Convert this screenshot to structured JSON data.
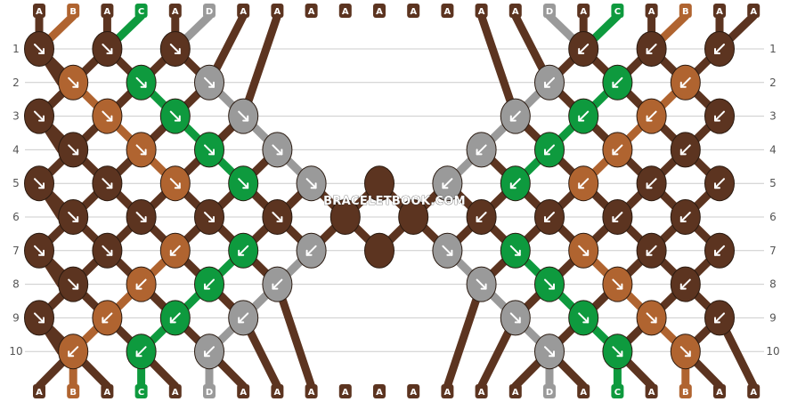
{
  "colors": {
    "A": "#5c3420",
    "B": "#b06430",
    "C": "#0e9a3e",
    "D": "#9a9a9a",
    "grid": "#cccccc",
    "arrow": "#ffffff"
  },
  "strands_top": [
    "A",
    "B",
    "A",
    "C",
    "A",
    "D",
    "A",
    "A",
    "A",
    "A",
    "A",
    "A",
    "A",
    "A",
    "A",
    "D",
    "A",
    "C",
    "A",
    "B",
    "A",
    "A"
  ],
  "strands_bottom": [
    "A",
    "B",
    "A",
    "C",
    "A",
    "D",
    "A",
    "A",
    "A",
    "A",
    "A",
    "A",
    "A",
    "A",
    "A",
    "D",
    "A",
    "C",
    "A",
    "B",
    "A",
    "A"
  ],
  "rows": [
    "1",
    "2",
    "3",
    "4",
    "5",
    "6",
    "7",
    "8",
    "9",
    "10"
  ],
  "watermark": "BRACELETBOOK.COM",
  "knots": [
    {
      "row": 1,
      "col": 0,
      "color": "A",
      "dir": "dr"
    },
    {
      "row": 1,
      "col": 2,
      "color": "A",
      "dir": "dr"
    },
    {
      "row": 1,
      "col": 4,
      "color": "A",
      "dir": "dr"
    },
    {
      "row": 1,
      "col": 16,
      "color": "A",
      "dir": "dl"
    },
    {
      "row": 1,
      "col": 18,
      "color": "A",
      "dir": "dl"
    },
    {
      "row": 1,
      "col": 20,
      "color": "A",
      "dir": "dl"
    },
    {
      "row": 2,
      "col": 1,
      "color": "B",
      "dir": "dr"
    },
    {
      "row": 2,
      "col": 3,
      "color": "C",
      "dir": "dr"
    },
    {
      "row": 2,
      "col": 5,
      "color": "D",
      "dir": "dr"
    },
    {
      "row": 2,
      "col": 15,
      "color": "D",
      "dir": "dl"
    },
    {
      "row": 2,
      "col": 17,
      "color": "C",
      "dir": "dl"
    },
    {
      "row": 2,
      "col": 19,
      "color": "B",
      "dir": "dl"
    },
    {
      "row": 3,
      "col": 0,
      "color": "A",
      "dir": "dr"
    },
    {
      "row": 3,
      "col": 2,
      "color": "B",
      "dir": "dr"
    },
    {
      "row": 3,
      "col": 4,
      "color": "C",
      "dir": "dr"
    },
    {
      "row": 3,
      "col": 6,
      "color": "D",
      "dir": "dr"
    },
    {
      "row": 3,
      "col": 14,
      "color": "D",
      "dir": "dl"
    },
    {
      "row": 3,
      "col": 16,
      "color": "C",
      "dir": "dl"
    },
    {
      "row": 3,
      "col": 18,
      "color": "B",
      "dir": "dl"
    },
    {
      "row": 3,
      "col": 20,
      "color": "A",
      "dir": "dl"
    },
    {
      "row": 4,
      "col": 1,
      "color": "A",
      "dir": "dr"
    },
    {
      "row": 4,
      "col": 3,
      "color": "B",
      "dir": "dr"
    },
    {
      "row": 4,
      "col": 5,
      "color": "C",
      "dir": "dr"
    },
    {
      "row": 4,
      "col": 7,
      "color": "D",
      "dir": "dr"
    },
    {
      "row": 4,
      "col": 13,
      "color": "D",
      "dir": "dl"
    },
    {
      "row": 4,
      "col": 15,
      "color": "C",
      "dir": "dl"
    },
    {
      "row": 4,
      "col": 17,
      "color": "B",
      "dir": "dl"
    },
    {
      "row": 4,
      "col": 19,
      "color": "A",
      "dir": "dl"
    },
    {
      "row": 5,
      "col": 0,
      "color": "A",
      "dir": "dr"
    },
    {
      "row": 5,
      "col": 2,
      "color": "A",
      "dir": "dr"
    },
    {
      "row": 5,
      "col": 4,
      "color": "B",
      "dir": "dr"
    },
    {
      "row": 5,
      "col": 6,
      "color": "C",
      "dir": "dr"
    },
    {
      "row": 5,
      "col": 8,
      "color": "D",
      "dir": "dr"
    },
    {
      "row": 5,
      "col": 10,
      "color": "A",
      "dir": "none"
    },
    {
      "row": 5,
      "col": 12,
      "color": "D",
      "dir": "dl"
    },
    {
      "row": 5,
      "col": 14,
      "color": "C",
      "dir": "dl"
    },
    {
      "row": 5,
      "col": 16,
      "color": "B",
      "dir": "dl"
    },
    {
      "row": 5,
      "col": 18,
      "color": "A",
      "dir": "dl"
    },
    {
      "row": 5,
      "col": 20,
      "color": "A",
      "dir": "dl"
    },
    {
      "row": 6,
      "col": 1,
      "color": "A",
      "dir": "dr"
    },
    {
      "row": 6,
      "col": 3,
      "color": "A",
      "dir": "dr"
    },
    {
      "row": 6,
      "col": 5,
      "color": "A",
      "dir": "dr"
    },
    {
      "row": 6,
      "col": 7,
      "color": "A",
      "dir": "dr"
    },
    {
      "row": 6,
      "col": 9,
      "color": "A",
      "dir": "none"
    },
    {
      "row": 6,
      "col": 11,
      "color": "A",
      "dir": "none"
    },
    {
      "row": 6,
      "col": 13,
      "color": "A",
      "dir": "dl"
    },
    {
      "row": 6,
      "col": 15,
      "color": "A",
      "dir": "dl"
    },
    {
      "row": 6,
      "col": 17,
      "color": "A",
      "dir": "dl"
    },
    {
      "row": 6,
      "col": 19,
      "color": "A",
      "dir": "dl"
    },
    {
      "row": 7,
      "col": 0,
      "color": "A",
      "dir": "dr"
    },
    {
      "row": 7,
      "col": 2,
      "color": "A",
      "dir": "dr"
    },
    {
      "row": 7,
      "col": 4,
      "color": "B",
      "dir": "dl"
    },
    {
      "row": 7,
      "col": 6,
      "color": "C",
      "dir": "dl"
    },
    {
      "row": 7,
      "col": 8,
      "color": "D",
      "dir": "dl"
    },
    {
      "row": 7,
      "col": 10,
      "color": "A",
      "dir": "none"
    },
    {
      "row": 7,
      "col": 12,
      "color": "D",
      "dir": "dr"
    },
    {
      "row": 7,
      "col": 14,
      "color": "C",
      "dir": "dr"
    },
    {
      "row": 7,
      "col": 16,
      "color": "B",
      "dir": "dr"
    },
    {
      "row": 7,
      "col": 18,
      "color": "A",
      "dir": "dl"
    },
    {
      "row": 7,
      "col": 20,
      "color": "A",
      "dir": "dl"
    },
    {
      "row": 8,
      "col": 1,
      "color": "A",
      "dir": "dr"
    },
    {
      "row": 8,
      "col": 3,
      "color": "B",
      "dir": "dl"
    },
    {
      "row": 8,
      "col": 5,
      "color": "C",
      "dir": "dl"
    },
    {
      "row": 8,
      "col": 7,
      "color": "D",
      "dir": "dl"
    },
    {
      "row": 8,
      "col": 13,
      "color": "D",
      "dir": "dr"
    },
    {
      "row": 8,
      "col": 15,
      "color": "C",
      "dir": "dr"
    },
    {
      "row": 8,
      "col": 17,
      "color": "B",
      "dir": "dr"
    },
    {
      "row": 8,
      "col": 19,
      "color": "A",
      "dir": "dl"
    },
    {
      "row": 9,
      "col": 0,
      "color": "A",
      "dir": "dr"
    },
    {
      "row": 9,
      "col": 2,
      "color": "B",
      "dir": "dl"
    },
    {
      "row": 9,
      "col": 4,
      "color": "C",
      "dir": "dl"
    },
    {
      "row": 9,
      "col": 6,
      "color": "D",
      "dir": "dl"
    },
    {
      "row": 9,
      "col": 14,
      "color": "D",
      "dir": "dr"
    },
    {
      "row": 9,
      "col": 16,
      "color": "C",
      "dir": "dr"
    },
    {
      "row": 9,
      "col": 18,
      "color": "B",
      "dir": "dr"
    },
    {
      "row": 9,
      "col": 20,
      "color": "A",
      "dir": "dl"
    },
    {
      "row": 10,
      "col": 1,
      "color": "B",
      "dir": "dl"
    },
    {
      "row": 10,
      "col": 3,
      "color": "C",
      "dir": "dl"
    },
    {
      "row": 10,
      "col": 5,
      "color": "D",
      "dir": "dl"
    },
    {
      "row": 10,
      "col": 15,
      "color": "D",
      "dir": "dr"
    },
    {
      "row": 10,
      "col": 17,
      "color": "C",
      "dir": "dr"
    },
    {
      "row": 10,
      "col": 19,
      "color": "B",
      "dir": "dr"
    }
  ]
}
